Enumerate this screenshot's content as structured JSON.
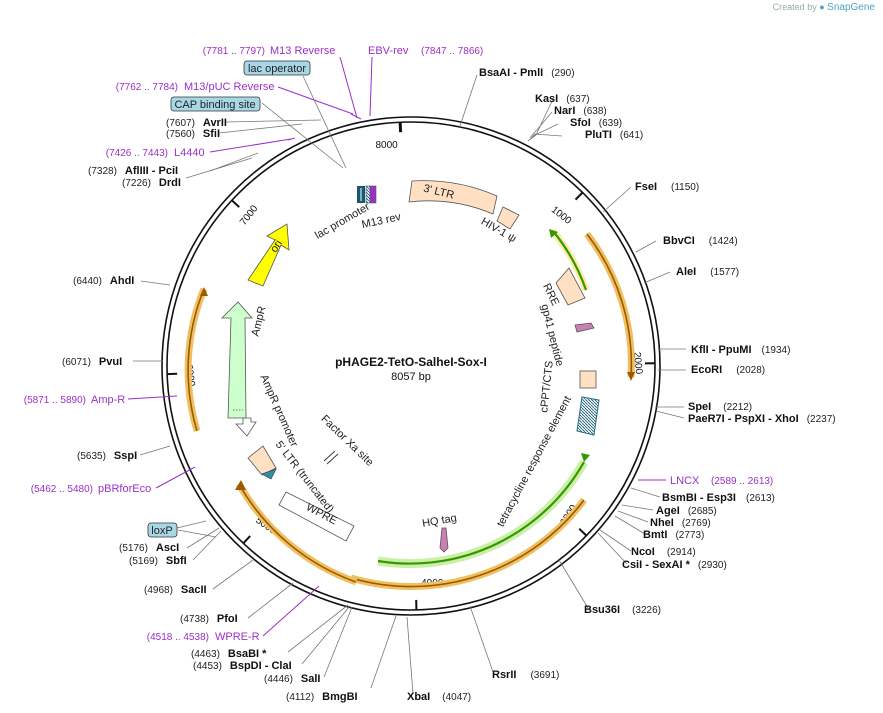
{
  "brand": {
    "created_by": "Created by",
    "name": "SnapGene"
  },
  "plasmid": {
    "name": "pHAGE2-TetO-SalheI-Sox-I",
    "length_label": "8057 bp"
  },
  "ticks": [
    "1000",
    "2000",
    "3000",
    "4000",
    "5000",
    "6000",
    "7000",
    "8000"
  ],
  "colors": {
    "accent_primer": "#9b30c8",
    "ori": "#ffff00",
    "ampr": "#ccffcc",
    "ltr": "#ffe0c2",
    "orange_arrow": "#f0a020",
    "green_arrow": "#339900",
    "lac_promoter": "#22556a",
    "boxed_label": "#a8d8e8"
  },
  "enzymes": [
    {
      "name": "BsaAI",
      "sep": " - ",
      "name2": "PmlI",
      "pos": "(290)"
    },
    {
      "name": "KasI",
      "pos": "(637)"
    },
    {
      "name": "NarI",
      "pos": "(638)"
    },
    {
      "name": "SfoI",
      "pos": "(639)"
    },
    {
      "name": "PluTI",
      "pos": "(641)"
    },
    {
      "name": "FseI",
      "pos": "(1150)"
    },
    {
      "name": "BbvCI",
      "pos": "(1424)"
    },
    {
      "name": "AleI",
      "pos": "(1577)"
    },
    {
      "name": "KflI",
      "sep": " - ",
      "name2": "PpuMI",
      "pos": "(1934)"
    },
    {
      "name": "EcoRI",
      "pos": "(2028)"
    },
    {
      "name": "SpeI",
      "pos": "(2212)"
    },
    {
      "name": "PaeR7I",
      "sep": " - ",
      "name2": "PspXI",
      "sep2": " - ",
      "name3": "XhoI",
      "pos": "(2237)"
    },
    {
      "name": "BsmBI",
      "sep": " - ",
      "name2": "Esp3I",
      "pos": "(2613)"
    },
    {
      "name": "AgeI",
      "pos": "(2685)"
    },
    {
      "name": "NheI",
      "pos": "(2769)"
    },
    {
      "name": "BmtI",
      "pos": "(2773)"
    },
    {
      "name": "NcoI",
      "pos": "(2914)"
    },
    {
      "name": "CsiI",
      "sep": " - ",
      "name2": "SexAI *",
      "pos": "(2930)"
    },
    {
      "name": "Bsu36I",
      "pos": "(3226)"
    },
    {
      "name": "RsrII",
      "pos": "(3691)"
    },
    {
      "name": "XbaI",
      "pos": "(4047)"
    },
    {
      "name": "BmgBI",
      "pos": "(4112)"
    },
    {
      "name": "SalI",
      "pos": "(4446)"
    },
    {
      "name": "BspDI",
      "sep": " - ",
      "name2": "ClaI",
      "pos": "(4453)"
    },
    {
      "name": "BsaBI *",
      "pos": "(4463)"
    },
    {
      "name": "PfoI",
      "pos": "(4738)"
    },
    {
      "name": "SacII",
      "pos": "(4968)"
    },
    {
      "name": "SbfI",
      "pos": "(5169)"
    },
    {
      "name": "AscI",
      "pos": "(5176)"
    },
    {
      "name": "SspI",
      "pos": "(5635)"
    },
    {
      "name": "PvuI",
      "pos": "(6071)"
    },
    {
      "name": "AhdI",
      "pos": "(6440)"
    },
    {
      "name": "DrdI",
      "pos": "(7226)"
    },
    {
      "name": "AflIII",
      "sep": " - ",
      "name2": "PciI",
      "pos": "(7328)"
    },
    {
      "name": "SfiI",
      "pos": "(7560)"
    },
    {
      "name": "AvrII",
      "pos": "(7607)"
    }
  ],
  "primers": [
    {
      "name": "M13 Reverse",
      "range": "(7781 .. 7797)"
    },
    {
      "name": "EBV-rev",
      "range": "(7847 .. 7866)"
    },
    {
      "name": "M13/pUC Reverse",
      "range": "(7762 .. 7784)"
    },
    {
      "name": "L4440",
      "range": "(7426 .. 7443)"
    },
    {
      "name": "LNCX",
      "range": "(2589 .. 2613)"
    },
    {
      "name": "Amp-R",
      "range": "(5871 .. 5890)"
    },
    {
      "name": "pBRforEco",
      "range": "(5462 .. 5480)"
    },
    {
      "name": "WPRE-R",
      "range": "(4518 .. 4538)"
    }
  ],
  "boxed_features": [
    "lac operator",
    "CAP binding site",
    "loxP"
  ],
  "features": {
    "ltr3": "3' LTR",
    "hiv_psi": "HIV-1 ψ",
    "rre": "RRE",
    "gp41": "gp41 peptide",
    "cppt": "cPPT/CTS",
    "tre": "tetracycline response element",
    "hq": "HQ tag",
    "factor_xa": "Factor Xa site",
    "ltr5": "5' LTR (truncated)",
    "wpre": "WPRE",
    "ampr_promoter": "AmpR promoter",
    "ampr": "AmpR",
    "ori": "ori",
    "lac_promoter": "lac promoter",
    "m13rev": "M13 rev"
  }
}
